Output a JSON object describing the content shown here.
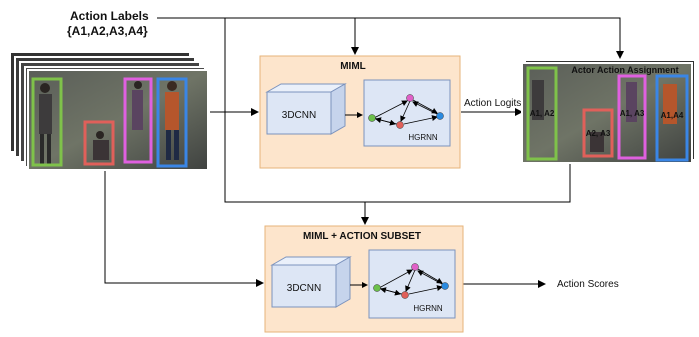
{
  "action_labels": {
    "title": "Action Labels",
    "set": "{A1,A2,A3,A4}"
  },
  "miml_top": {
    "title": "MIML",
    "cnn_label": "3DCNN",
    "gnn_label": "HGRNN"
  },
  "action_logits_label": "Action Logits",
  "assignment": {
    "title": "Actor Action Assignment",
    "box_labels": [
      "A1, A2",
      "A2, A3",
      "A1, A3",
      "A1,A4"
    ]
  },
  "miml_bottom": {
    "title": "MIML  + ACTION SUBSET",
    "cnn_label": "3DCNN",
    "gnn_label": "HGRNN"
  },
  "action_scores_label": "Action Scores",
  "colors": {
    "miml_fill": "#fde5cc",
    "miml_stroke": "#e6b37a",
    "block_fill": "#dde6f5",
    "block_stroke": "#7c93bd",
    "box_green": "#7fc24a",
    "box_red": "#e0605a",
    "box_magenta": "#e060e0",
    "box_blue": "#3a86e6",
    "node_green": "#6cc04a",
    "node_magenta": "#e060c8",
    "node_red": "#e0605a",
    "node_blue": "#2a8ae0"
  }
}
